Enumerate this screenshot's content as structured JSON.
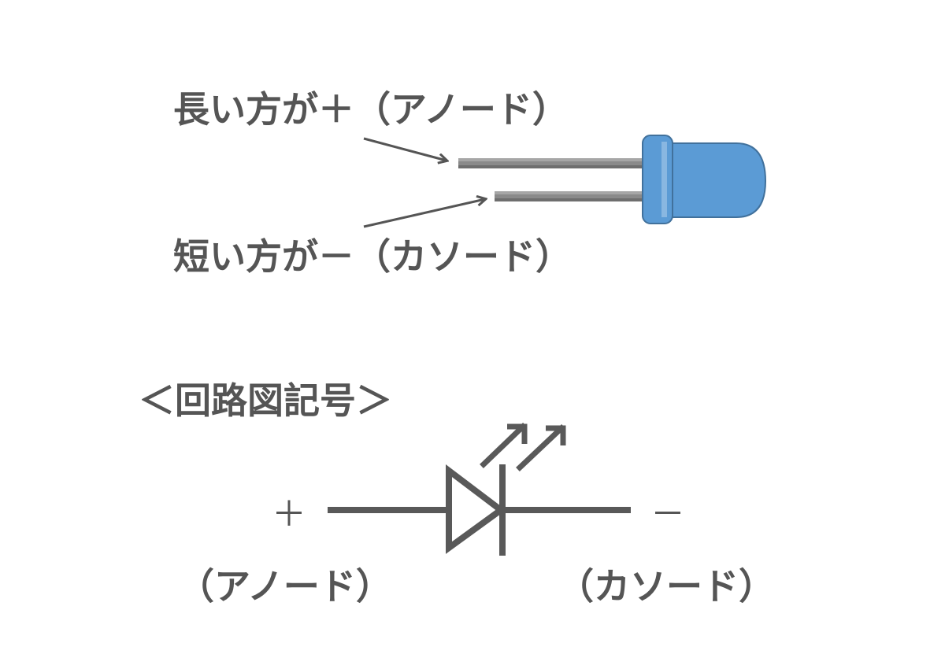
{
  "led_labels": {
    "anode_description": "長い方が＋（アノード）",
    "cathode_description": "短い方が－（カソード）"
  },
  "circuit": {
    "title": "＜回路図記号＞",
    "plus": "＋",
    "minus": "－",
    "anode": "（アノード）",
    "cathode": "（カソード）"
  },
  "colors": {
    "text": "#555555",
    "led_body": "#5b9bd5",
    "led_outline": "#41719c",
    "lead": "#8a8a8a",
    "symbol": "#595959"
  }
}
